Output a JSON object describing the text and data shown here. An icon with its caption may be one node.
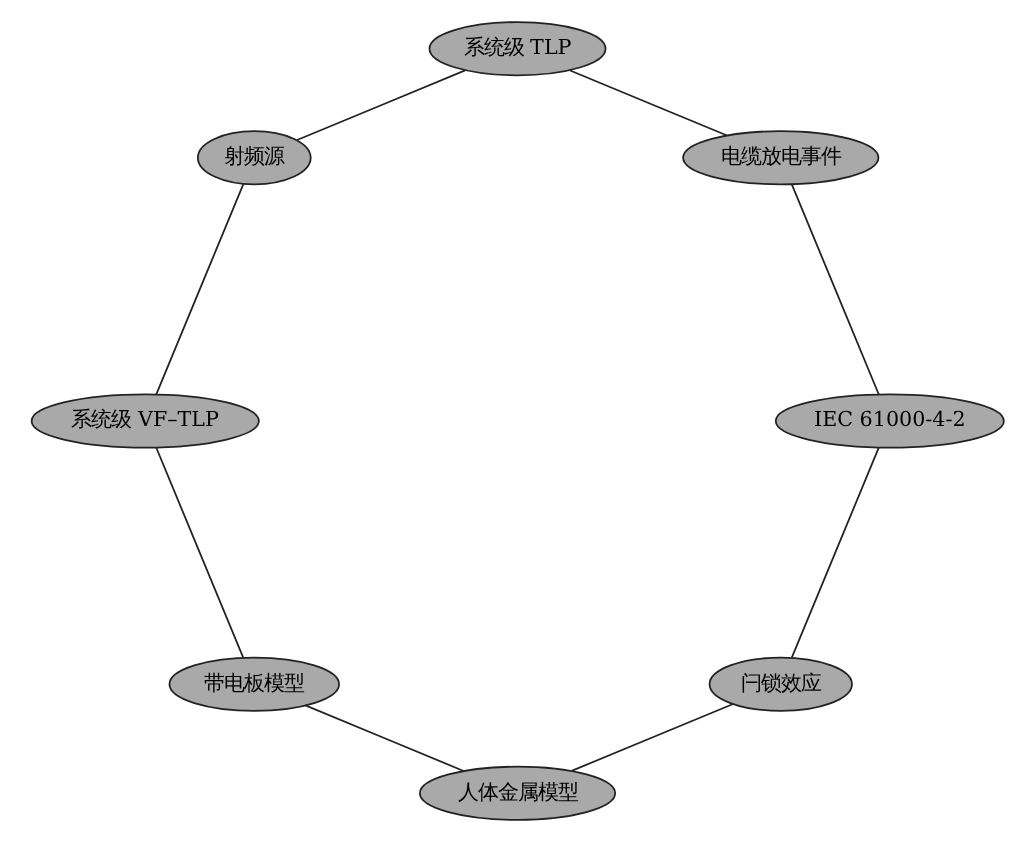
{
  "diagram": {
    "nodes": [
      {
        "text": [
          "闩锁效应"
        ]
      },
      {
        "text": [
          "IEC 61000-4-2"
        ]
      },
      {
        "text": [
          "人体金属模型"
        ]
      },
      {
        "text": [
          "电缆放电事件"
        ]
      },
      {
        "text": [
          "带电板模型"
        ]
      },
      {
        "text": [
          "系统级 TLP"
        ]
      },
      {
        "text": [
          "系统级 VF–TLP"
        ]
      },
      {
        "text": [
          "射频源"
        ]
      }
    ],
    "edges": [
      {
        "from": 0,
        "to": 2,
        "arrow": "none"
      },
      {
        "from": 2,
        "to": 4,
        "arrow": "none"
      },
      {
        "from": 4,
        "to": 6,
        "arrow": "none"
      },
      {
        "from": 6,
        "to": 7,
        "arrow": "none"
      },
      {
        "from": 7,
        "to": 5,
        "arrow": "none"
      },
      {
        "from": 5,
        "to": 3,
        "arrow": "none"
      },
      {
        "from": 3,
        "to": 1,
        "arrow": "none"
      },
      {
        "from": 1,
        "to": 0,
        "arrow": "none"
      }
    ]
  }
}
